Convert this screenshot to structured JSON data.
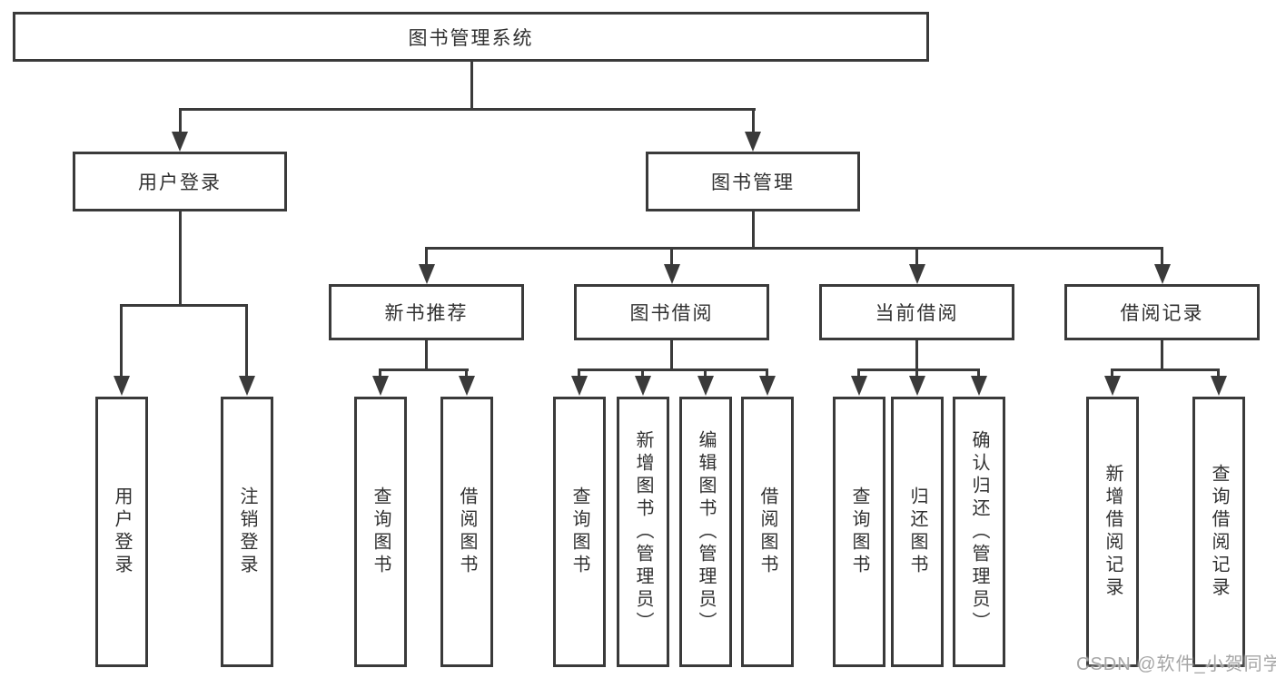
{
  "diagram": {
    "root": "图书管理系统",
    "level2": {
      "user_login": "用户登录",
      "book_mgmt": "图书管理"
    },
    "level3": [
      "新书推荐",
      "图书借阅",
      "当前借阅",
      "借阅记录"
    ],
    "leaves": {
      "user_login_children": [
        "用户登录",
        "注销登录"
      ],
      "new_book_children": [
        "查询图书",
        "借阅图书"
      ],
      "book_borrow_children": [
        "查询图书",
        "新增图书（管理员）",
        "编辑图书（管理员）",
        "借阅图书"
      ],
      "current_borrow_children": [
        "查询图书",
        "归还图书",
        "确认归还（管理员）"
      ],
      "borrow_record_children": [
        "新增借阅记录",
        "查询借阅记录"
      ]
    }
  },
  "watermark": "CSDN @软件_小贺同学",
  "colors": {
    "line": "#3a3a3a",
    "text": "#303030",
    "watermark": "#9e9e9e",
    "background": "#ffffff"
  }
}
